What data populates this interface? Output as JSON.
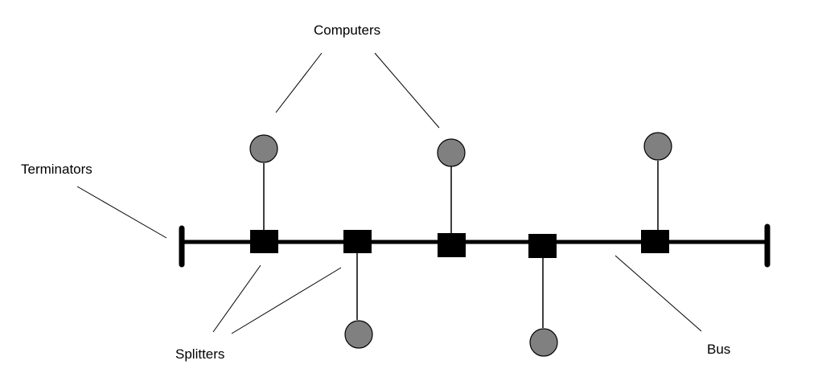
{
  "labels": {
    "computers": "Computers",
    "terminators": "Terminators",
    "splitters": "Splitters",
    "bus": "Bus"
  },
  "colors": {
    "background": "#ffffff",
    "line": "#000000",
    "node_fill": "#808080",
    "splitter_fill": "#000000"
  }
}
